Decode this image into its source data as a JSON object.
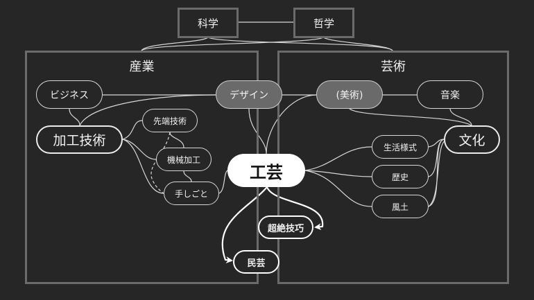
{
  "top": {
    "science": "科学",
    "philosophy": "哲学"
  },
  "frames": {
    "industry": {
      "title": "産業"
    },
    "art": {
      "title": "芸術"
    }
  },
  "nodes": {
    "business": "ビジネス",
    "processing_tech": "加工技術",
    "cutting_edge_tech": "先端技術",
    "machining": "機械加工",
    "handwork": "手しごと",
    "design": "デザイン",
    "fine_art": "(美術)",
    "music": "音楽",
    "culture": "文化",
    "lifestyle": "生活様式",
    "history": "歴史",
    "climate": "風土",
    "craft": "工芸",
    "virtuosity": "超絶技巧",
    "folk_craft": "民芸"
  },
  "colors": {
    "background": "#262626",
    "frame": "#6b6b6b",
    "highlight_node": "#6a6a6a",
    "core_node": "#ffffff",
    "line": "#d8d8d8"
  }
}
